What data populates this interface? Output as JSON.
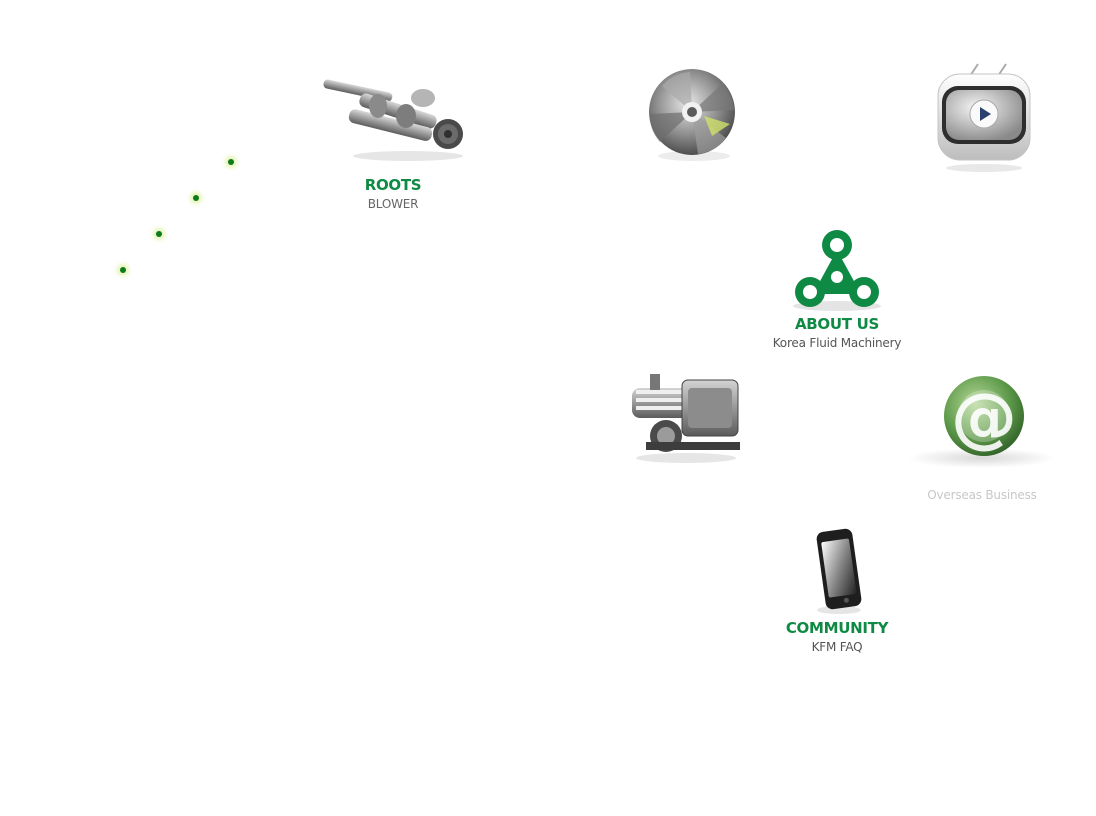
{
  "tiles": {
    "roots": {
      "title": "ROOTS",
      "subtitle": "BLOWER",
      "icon": "roots-blower-rotor-icon"
    },
    "turbo": {
      "icon": "turbo-impeller-icon"
    },
    "video": {
      "icon": "tv-play-video-icon"
    },
    "about": {
      "title": "ABOUT US",
      "subtitle": "Korea Fluid Machinery",
      "icon": "tri-circle-logo-icon"
    },
    "package": {
      "icon": "blower-package-machine-icon"
    },
    "overseas": {
      "title": "",
      "subtitle": "Overseas Business",
      "icon": "at-sign-email-icon"
    },
    "community": {
      "title": "COMMUNITY",
      "subtitle": "KFM FAQ",
      "icon": "smartphone-icon"
    }
  },
  "decorations": {
    "dots_count": 4
  },
  "colors": {
    "brand_green": "#0f8a44",
    "subtitle_gray": "#666666",
    "faded_gray": "#c8c8c8"
  }
}
